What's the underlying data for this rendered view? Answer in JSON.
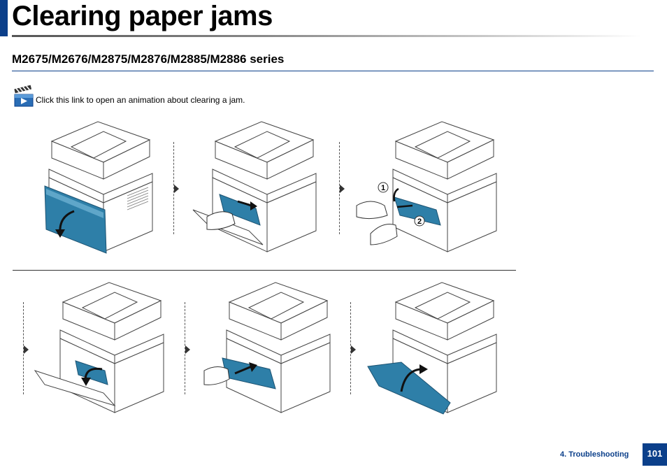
{
  "page": {
    "title": "Clearing paper jams",
    "section_heading": "M2675/M2676/M2875/M2876/M2885/M2886 series",
    "animation_link_text": "Click this link to open an animation about clearing a jam.",
    "callouts": [
      "1",
      "2"
    ],
    "footer": {
      "chapter": "4. Troubleshooting",
      "page_number": "101"
    }
  },
  "colors": {
    "brand_blue": "#0b3f8a",
    "part_blue": "#2e7fa8",
    "line": "#444444"
  },
  "icons": {
    "animation": "video-clapper-icon",
    "step_arrow": "triangle-right-icon"
  }
}
